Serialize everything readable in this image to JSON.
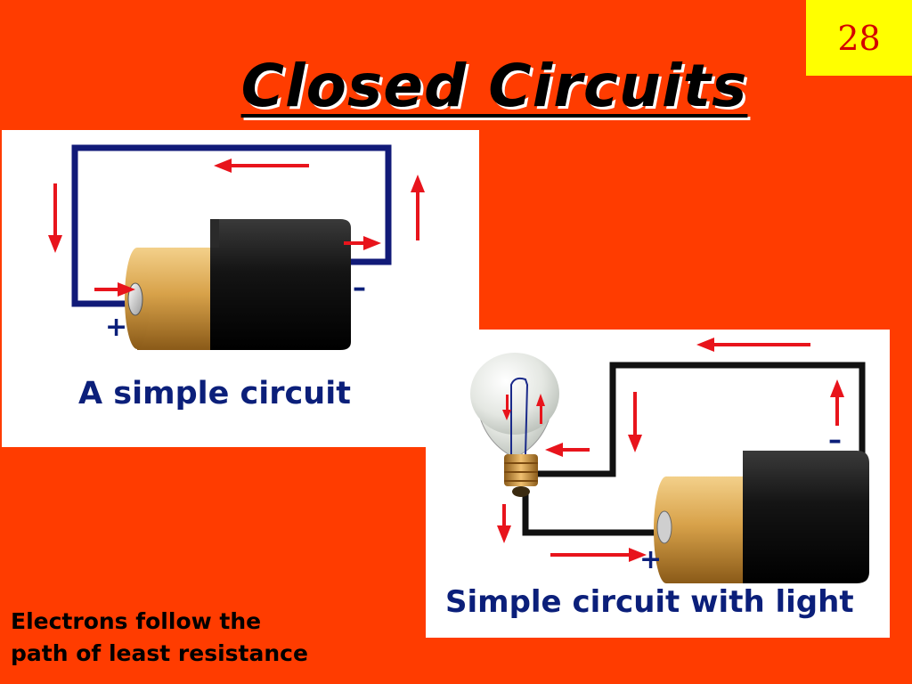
{
  "slide": {
    "page_number": "28",
    "title": "Closed Circuits",
    "note_lines": [
      "Electrons follow the",
      "path of least resistance"
    ]
  },
  "diagrams": [
    {
      "caption": "A simple circuit",
      "plus_label": "+",
      "minus_label": "–"
    },
    {
      "caption": "Simple circuit with light",
      "plus_label": "+",
      "minus_label": "–"
    }
  ],
  "colors": {
    "background": "#ff3c00",
    "page_number_box": "#ffff00",
    "page_number_text": "#d40000",
    "wire_panel_1": "#111a78",
    "wire_panel_2": "#111111",
    "arrow": "#e8141c",
    "caption": "#0b1f7a",
    "battery_gold": "#d8a24a",
    "battery_black": "#141414"
  },
  "icons": [
    "battery-icon",
    "light-bulb-icon",
    "arrow-icon"
  ]
}
